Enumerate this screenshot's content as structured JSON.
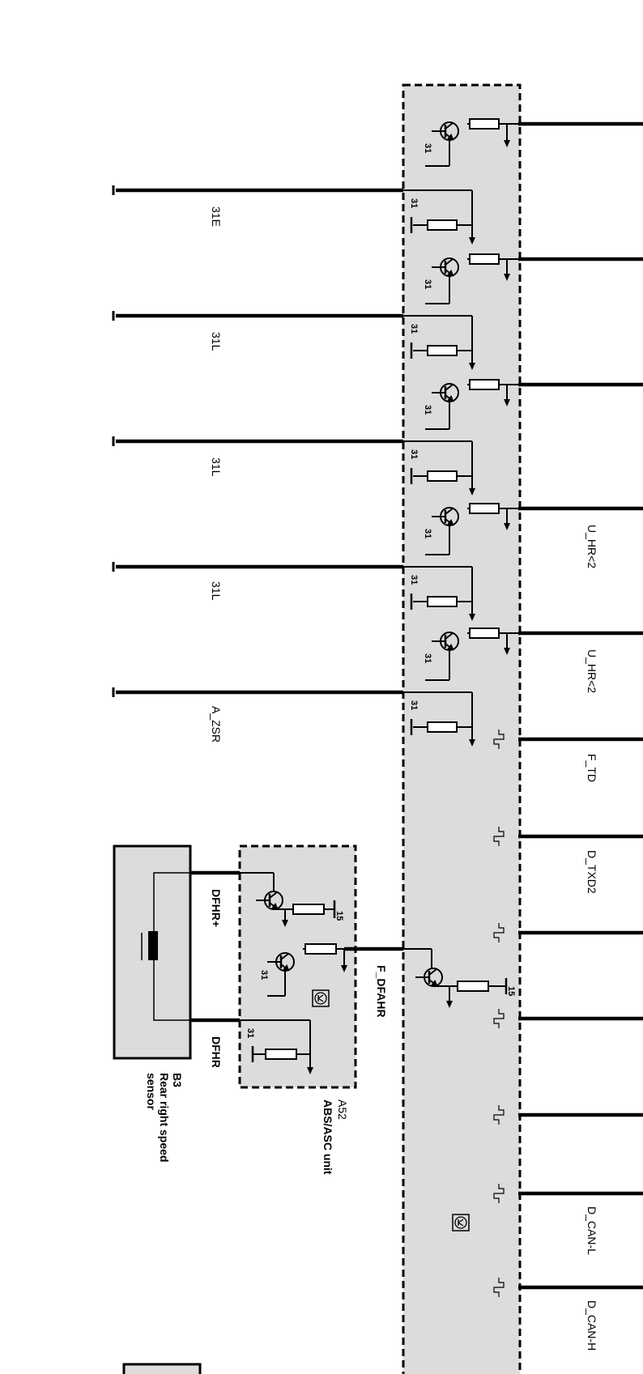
{
  "diagram": {
    "left_wire_labels": [
      "31E",
      "31L",
      "31L",
      "31L",
      "A_ZSR"
    ],
    "right_wire_labels": [
      "U_HR<2",
      "U_HR<2",
      "F_TD",
      "D_TXD2",
      "D_CAN-L",
      "D_CAN-H"
    ],
    "sensor_wire_labels": [
      "DFHR+",
      "DFHR"
    ],
    "signal_label": "F_DFAHR",
    "ground_pin": "31",
    "supply_pin": "15",
    "components": {
      "b3": {
        "id": "B3",
        "name": "Rear right speed sensor",
        "line1": "Rear right speed",
        "line2": "sensor"
      },
      "a52": {
        "id": "A52",
        "name": "ABS/ASC unit"
      }
    },
    "colors": {
      "module_fill": "#dcdcdc",
      "wire": "#000000"
    }
  }
}
